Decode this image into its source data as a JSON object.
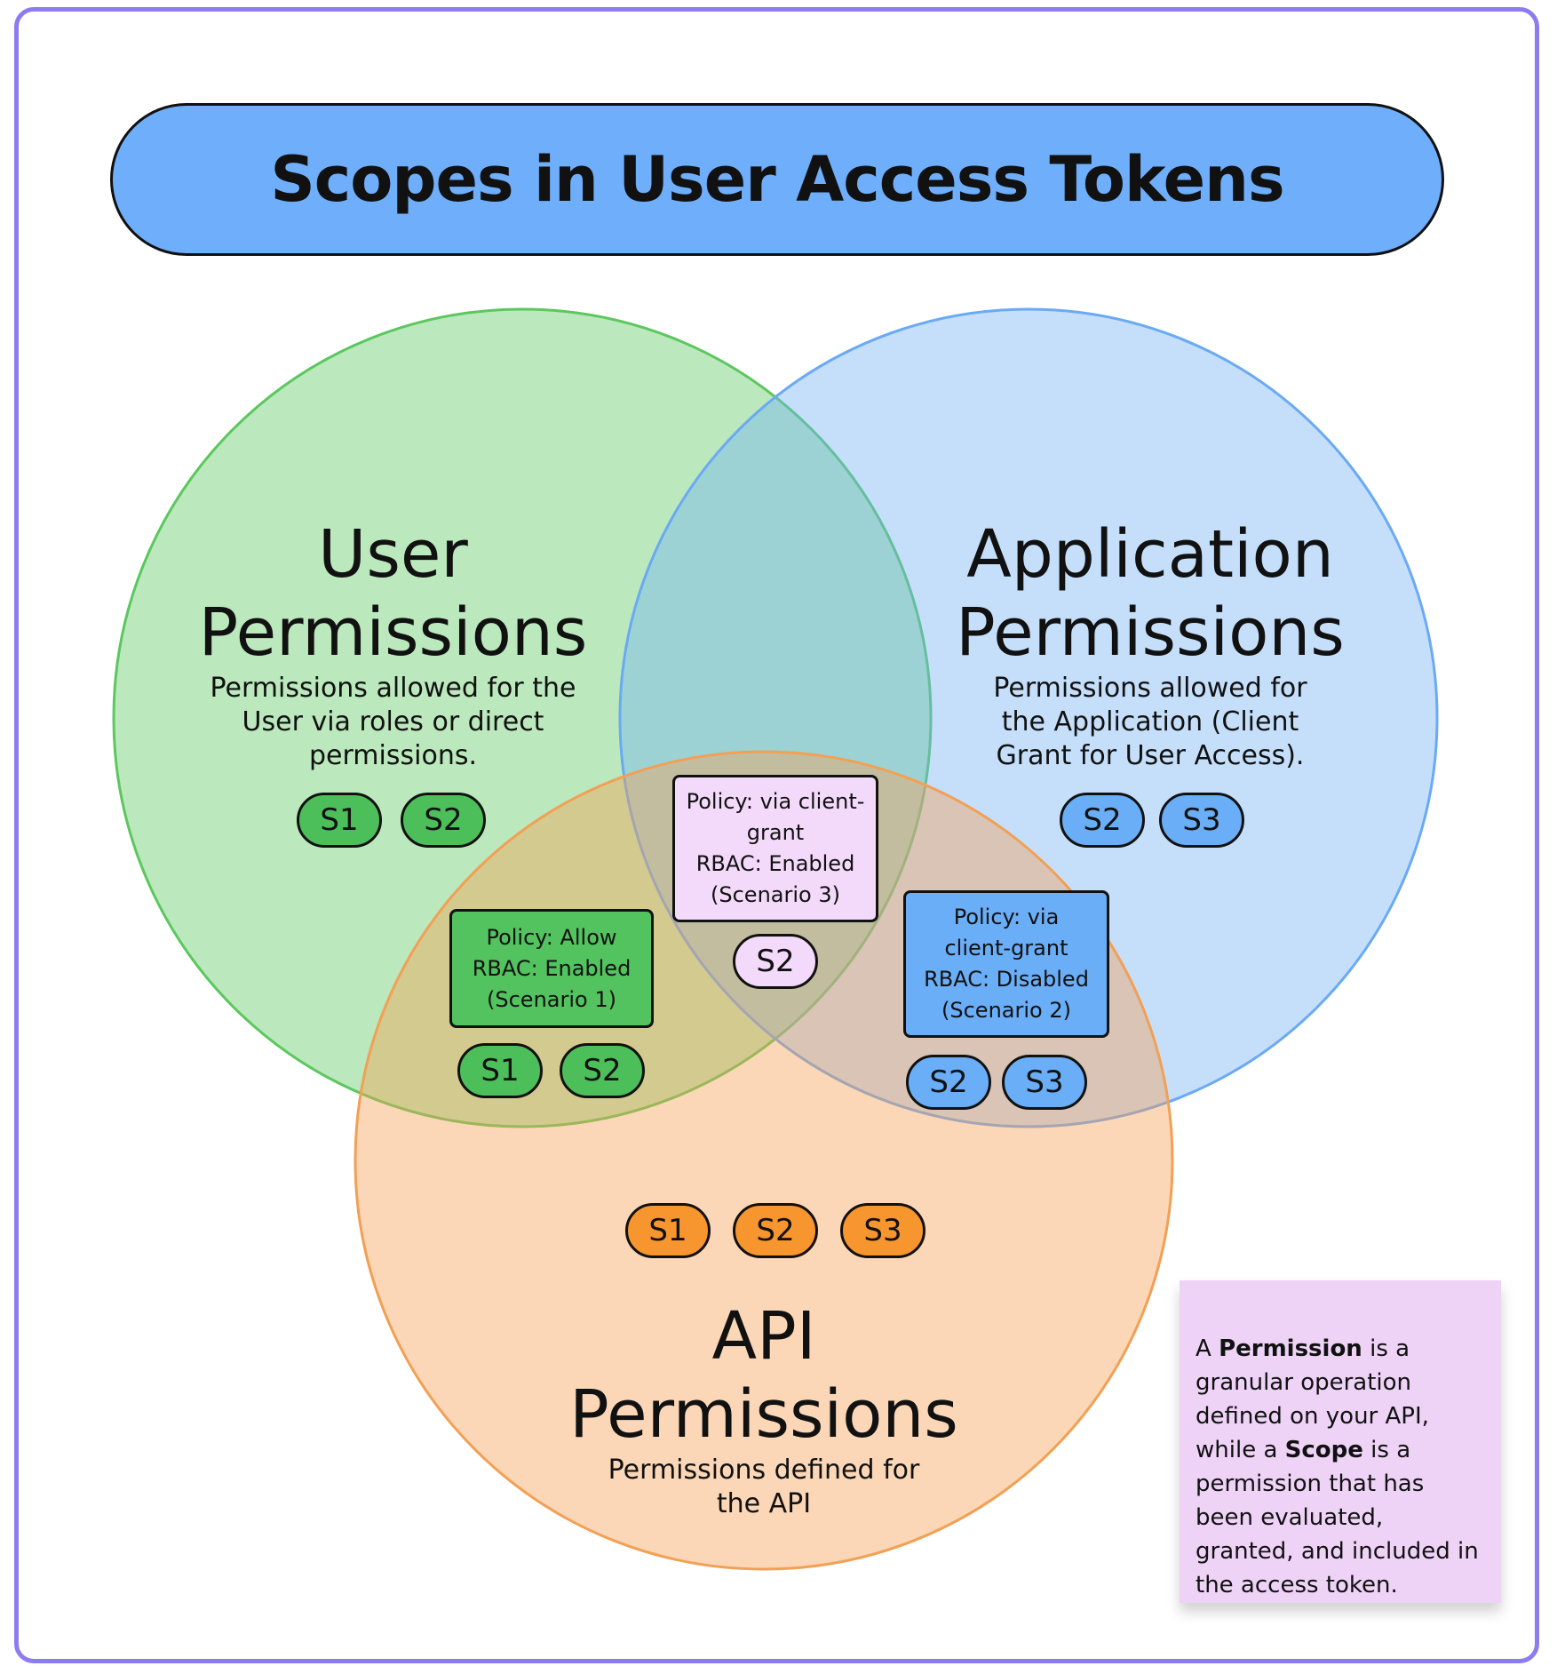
{
  "title": "Scopes in User Access Tokens",
  "colors": {
    "frame": "#8b7cf0",
    "title_bg": "#6eaefb",
    "user_circle": "#5cc75f",
    "application_circle": "#74b2f5",
    "api_circle": "#f6a053",
    "green_chip": "#4cbf5a",
    "blue_chip": "#6aaef8",
    "orange_chip": "#f7952f",
    "pink_chip": "#f3dafa",
    "note_bg": "#eed3f7"
  },
  "user": {
    "title_line1": "User",
    "title_line2": "Permissions",
    "desc_line1": "Permissions allowed for the",
    "desc_line2": "User via roles or direct",
    "desc_line3": "permissions.",
    "scopes": [
      "S1",
      "S2"
    ]
  },
  "application": {
    "title_line1": "Application",
    "title_line2": "Permissions",
    "desc_line1": "Permissions allowed for",
    "desc_line2": "the Application (Client",
    "desc_line3": "Grant for User Access).",
    "scopes": [
      "S2",
      "S3"
    ]
  },
  "api": {
    "title_line1": "API",
    "title_line2": "Permissions",
    "desc_line1": "Permissions defined for",
    "desc_line2": "the API",
    "scopes": [
      "S1",
      "S2",
      "S3"
    ]
  },
  "scenario1": {
    "line1": "Policy: Allow",
    "line2": "RBAC: Enabled",
    "line3": "(Scenario 1)",
    "scopes": [
      "S1",
      "S2"
    ]
  },
  "scenario2": {
    "line1": "Policy: via",
    "line2": "client-grant",
    "line3": "RBAC: Disabled",
    "line4": "(Scenario 2)",
    "scopes": [
      "S2",
      "S3"
    ]
  },
  "scenario3": {
    "line1": "Policy: via client-",
    "line2": "grant",
    "line3": "RBAC: Enabled",
    "line4": "(Scenario 3)",
    "scopes": [
      "S2"
    ]
  },
  "note": {
    "t1": "A ",
    "b1": "Permission",
    "t2": " is a granular operation defined on your API, while a ",
    "b2": "Scope",
    "t3": " is a permission that has been evaluated, granted, and included in the access token."
  }
}
